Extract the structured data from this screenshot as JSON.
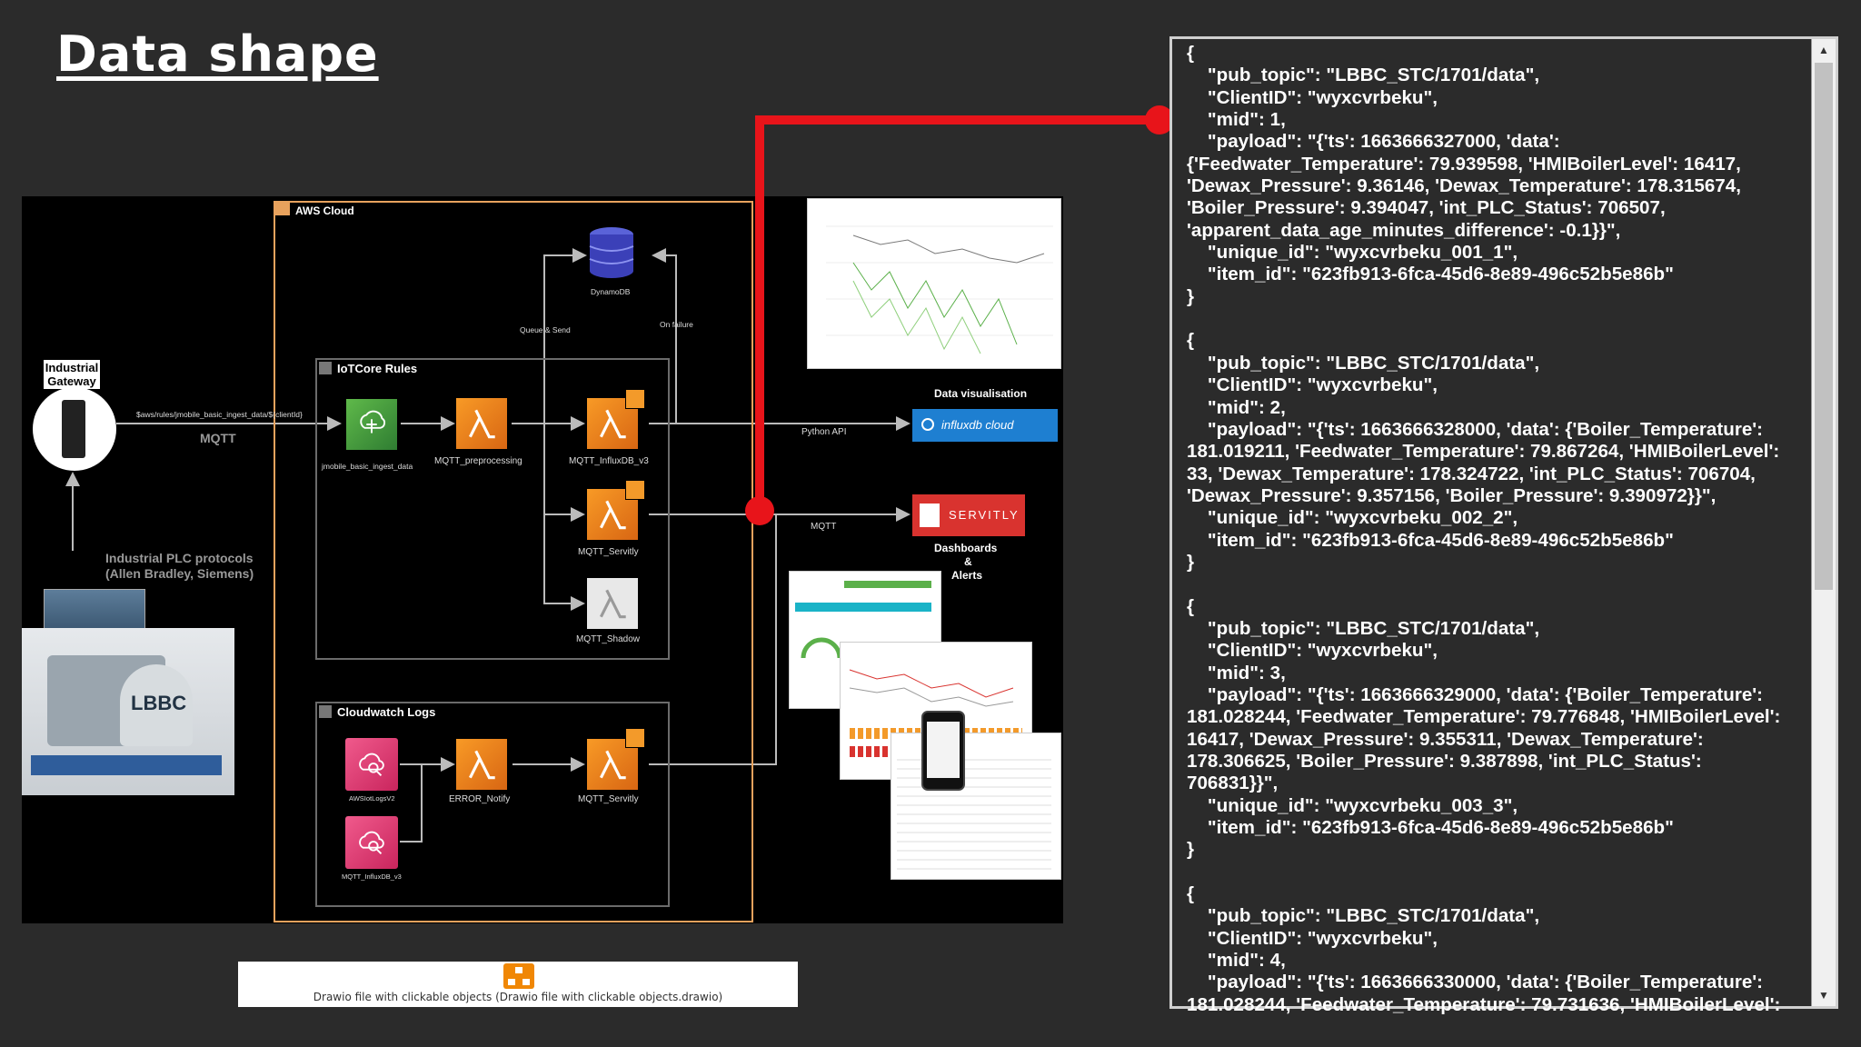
{
  "slide": {
    "title": "Data shape"
  },
  "diagram": {
    "aws_cloud_label": "AWS Cloud",
    "iotcore_label": "IoTCore Rules",
    "cloudwatch_label": "Cloudwatch Logs",
    "gateway_label": "Industrial Gateway",
    "mqtt_topic": "$aws/rules/jmobile_basic_ingest_data/${clientId}",
    "mqtt_label": "MQTT",
    "plc_label_line1": "Industrial PLC protocols",
    "plc_label_line2": "(Allen Bradley, Siemens)",
    "dynamodb_label": "DynamoDB",
    "queue_send_label": "Queue & Send",
    "on_failure_label": "On failure",
    "ingest_label": "jmobile_basic_ingest_data",
    "preprocessing_label": "MQTT_preprocessing",
    "influx_lambda_label": "MQTT_InfluxDB_v3",
    "servitly_lambda_label": "MQTT_Servitly",
    "shadow_label": "MQTT_Shadow",
    "python_api_label": "Python API",
    "data_vis_label": "Data visualisation",
    "influx_logo_text": "influxdb cloud",
    "mqtt_out_label": "MQTT",
    "servitly_logo_text": "SERVITLY",
    "dashboards_line1": "Dashboards",
    "dashboards_line2": "&",
    "dashboards_line3": "Alerts",
    "awslogs_label": "AWSIotLogsV2",
    "error_notify_label": "ERROR_Notify",
    "servitly2_label": "MQTT_Servitly",
    "influx_logs_label": "MQTT_InfluxDB_v3",
    "machine_brand": "LBBC"
  },
  "json_panel": {
    "text": "{\n    \"pub_topic\": \"LBBC_STC/1701/data\",\n    \"ClientID\": \"wyxcvrbeku\",\n    \"mid\": 1,\n    \"payload\": \"{'ts': 1663666327000, 'data':\n{'Feedwater_Temperature': 79.939598, 'HMIBoilerLevel': 16417,\n'Dewax_Pressure': 9.36146, 'Dewax_Temperature': 178.315674,\n'Boiler_Pressure': 9.394047, 'int_PLC_Status': 706507,\n'apparent_data_age_minutes_difference': -0.1}}\",\n    \"unique_id\": \"wyxcvrbeku_001_1\",\n    \"item_id\": \"623fb913-6fca-45d6-8e89-496c52b5e86b\"\n}\n\n{\n    \"pub_topic\": \"LBBC_STC/1701/data\",\n    \"ClientID\": \"wyxcvrbeku\",\n    \"mid\": 2,\n    \"payload\": \"{'ts': 1663666328000, 'data': {'Boiler_Temperature':\n181.019211, 'Feedwater_Temperature': 79.867264, 'HMIBoilerLevel':\n33, 'Dewax_Temperature': 178.324722, 'int_PLC_Status': 706704,\n'Dewax_Pressure': 9.357156, 'Boiler_Pressure': 9.390972}}\",\n    \"unique_id\": \"wyxcvrbeku_002_2\",\n    \"item_id\": \"623fb913-6fca-45d6-8e89-496c52b5e86b\"\n}\n\n{\n    \"pub_topic\": \"LBBC_STC/1701/data\",\n    \"ClientID\": \"wyxcvrbeku\",\n    \"mid\": 3,\n    \"payload\": \"{'ts': 1663666329000, 'data': {'Boiler_Temperature':\n181.028244, 'Feedwater_Temperature': 79.776848, 'HMIBoilerLevel':\n16417, 'Dewax_Pressure': 9.355311, 'Dewax_Temperature':\n178.306625, 'Boiler_Pressure': 9.387898, 'int_PLC_Status':\n706831}}\",\n    \"unique_id\": \"wyxcvrbeku_003_3\",\n    \"item_id\": \"623fb913-6fca-45d6-8e89-496c52b5e86b\"\n}\n\n{\n    \"pub_topic\": \"LBBC_STC/1701/data\",\n    \"ClientID\": \"wyxcvrbeku\",\n    \"mid\": 4,\n    \"payload\": \"{'ts': 1663666330000, 'data': {'Boiler_Temperature':\n181.028244, 'Feedwater_Temperature': 79.731636, 'HMIBoilerLevel':"
  },
  "drawio": {
    "caption": "Drawio file with clickable objects (Drawio file with clickable objects.drawio)"
  },
  "colors": {
    "accent_red": "#e8141a",
    "aws_orange": "#e8a25d",
    "lambda_orange": "#f58a1f",
    "influx_blue": "#1e7fd1",
    "servitly_red": "#d9332f"
  }
}
